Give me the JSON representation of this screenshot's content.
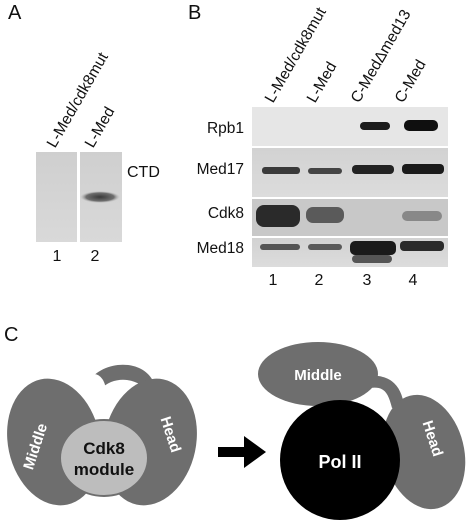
{
  "panel_a": {
    "letter": "A",
    "columns": [
      "L-Med/cdk8mut",
      "L-Med"
    ],
    "band_label": "CTD",
    "lanes": [
      "1",
      "2"
    ]
  },
  "panel_b": {
    "letter": "B",
    "columns": [
      "L-Med/cdk8mut",
      "L-Med",
      "C-MedΔmed13",
      "C-Med"
    ],
    "rows": [
      "Rpb1",
      "Med17",
      "Cdk8",
      "Med18"
    ],
    "lanes": [
      "1",
      "2",
      "3",
      "4"
    ]
  },
  "panel_c": {
    "letter": "C",
    "left": {
      "middle": "Middle",
      "head": "Head",
      "module_line1": "Cdk8",
      "module_line2": "module"
    },
    "right": {
      "middle": "Middle",
      "head": "Head",
      "polii": "Pol II"
    }
  }
}
